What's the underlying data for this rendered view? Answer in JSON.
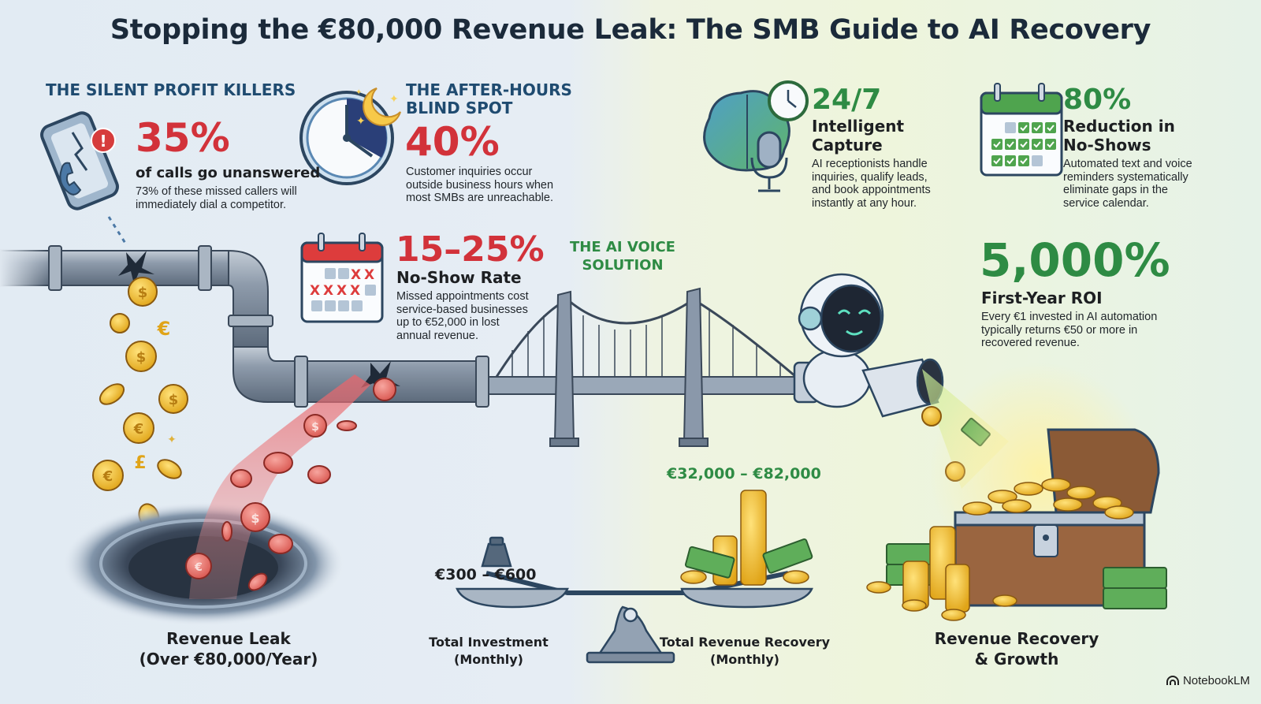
{
  "header": {
    "title": "Stopping the €80,000 Revenue Leak: The SMB Guide to AI Recovery"
  },
  "problems": {
    "section_title": "THE SILENT PROFIT KILLERS",
    "unanswered_calls": {
      "stat": "35%",
      "label": "of calls go unanswered",
      "description": "73% of these missed callers will immediately dial a competitor.",
      "icon": "broken-phone-icon"
    },
    "after_hours": {
      "section_title_line1": "THE AFTER-HOURS",
      "section_title_line2": "BLIND SPOT",
      "stat": "40%",
      "description": "Customer inquiries occur outside business hours when most SMBs are unreachable.",
      "icon": "night-clock-icon"
    },
    "no_shows": {
      "stat": "15–25%",
      "label": "No-Show Rate",
      "description": "Missed appointments cost service-based businesses up to €52,000 in lost annual revenue.",
      "icon": "red-calendar-icon"
    }
  },
  "solution": {
    "section_title_line1": "THE AI VOICE",
    "section_title_line2": "SOLUTION",
    "capture": {
      "stat": "24/7",
      "label_line1": "Intelligent",
      "label_line2": "Capture",
      "description": "AI receptionists handle inquiries, qualify leads, and book appointments instantly at any hour.",
      "icon": "brain-clock-mic-icon"
    },
    "reduction": {
      "stat": "80%",
      "label_line1": "Reduction in",
      "label_line2": "No-Shows",
      "description": "Automated text and voice reminders systematically eliminate gaps in the service calendar.",
      "icon": "green-calendar-icon"
    },
    "roi": {
      "stat": "5,000%",
      "label": "First-Year ROI",
      "description": "Every €1 invested in AI automation typically returns €50 or more in recovered revenue."
    }
  },
  "balance": {
    "investment_amount": "€300 – €600",
    "investment_label_line1": "Total Investment",
    "investment_label_line2": "(Monthly)",
    "recovery_amount": "€32,000 – €82,000",
    "recovery_label_line1": "Total Revenue Recovery",
    "recovery_label_line2": "(Monthly)"
  },
  "captions": {
    "leak_line1": "Revenue Leak",
    "leak_line2": "(Over €80,000/Year)",
    "growth_line1": "Revenue Recovery",
    "growth_line2": "& Growth"
  },
  "footer": {
    "credit": "NotebookLM"
  },
  "colors": {
    "red_accent": "#d2323a",
    "green_accent": "#2e8b44",
    "navy_heading": "#1f4b70",
    "title": "#1b2a3a"
  }
}
